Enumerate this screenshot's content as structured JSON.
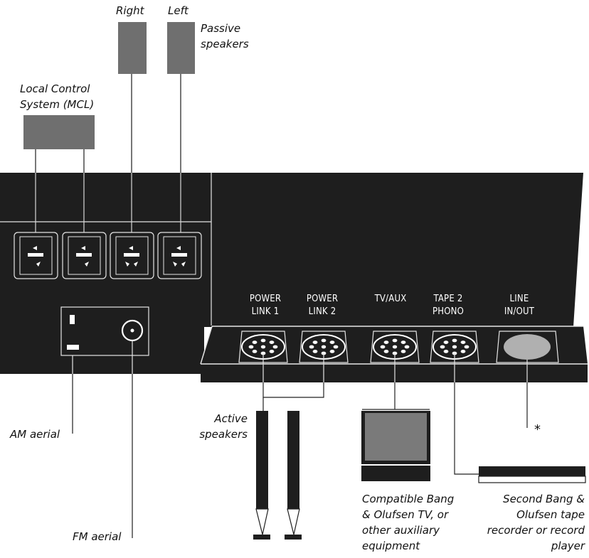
{
  "labels": {
    "right": "Right",
    "left": "Left",
    "passive_speakers": "Passive\nspeakers",
    "mcl": "Local Control\nSystem (MCL)",
    "am_aerial": "AM aerial",
    "fm_aerial": "FM aerial",
    "active_speakers": "Active\nspeakers",
    "tv": "Compatible Bang\n& Olufsen TV, or\nother auxiliary\nequipment",
    "tape": "Second Bang &\nOlufsen tape\nrecorder or record\nplayer",
    "asterisk": "*"
  },
  "sockets": {
    "pl1": "POWER\nLINK 1",
    "pl2": "POWER\nLINK 2",
    "tvaux": "TV/AUX",
    "tape2": "TAPE  2\nPHONO",
    "line": "LINE\nIN/OUT"
  },
  "colors": {
    "panel": "#1e1e1e",
    "device": "#6f6f6f",
    "line": "#222222",
    "screen": "#7a7a7a",
    "line_socket": "#b0b0b0"
  }
}
